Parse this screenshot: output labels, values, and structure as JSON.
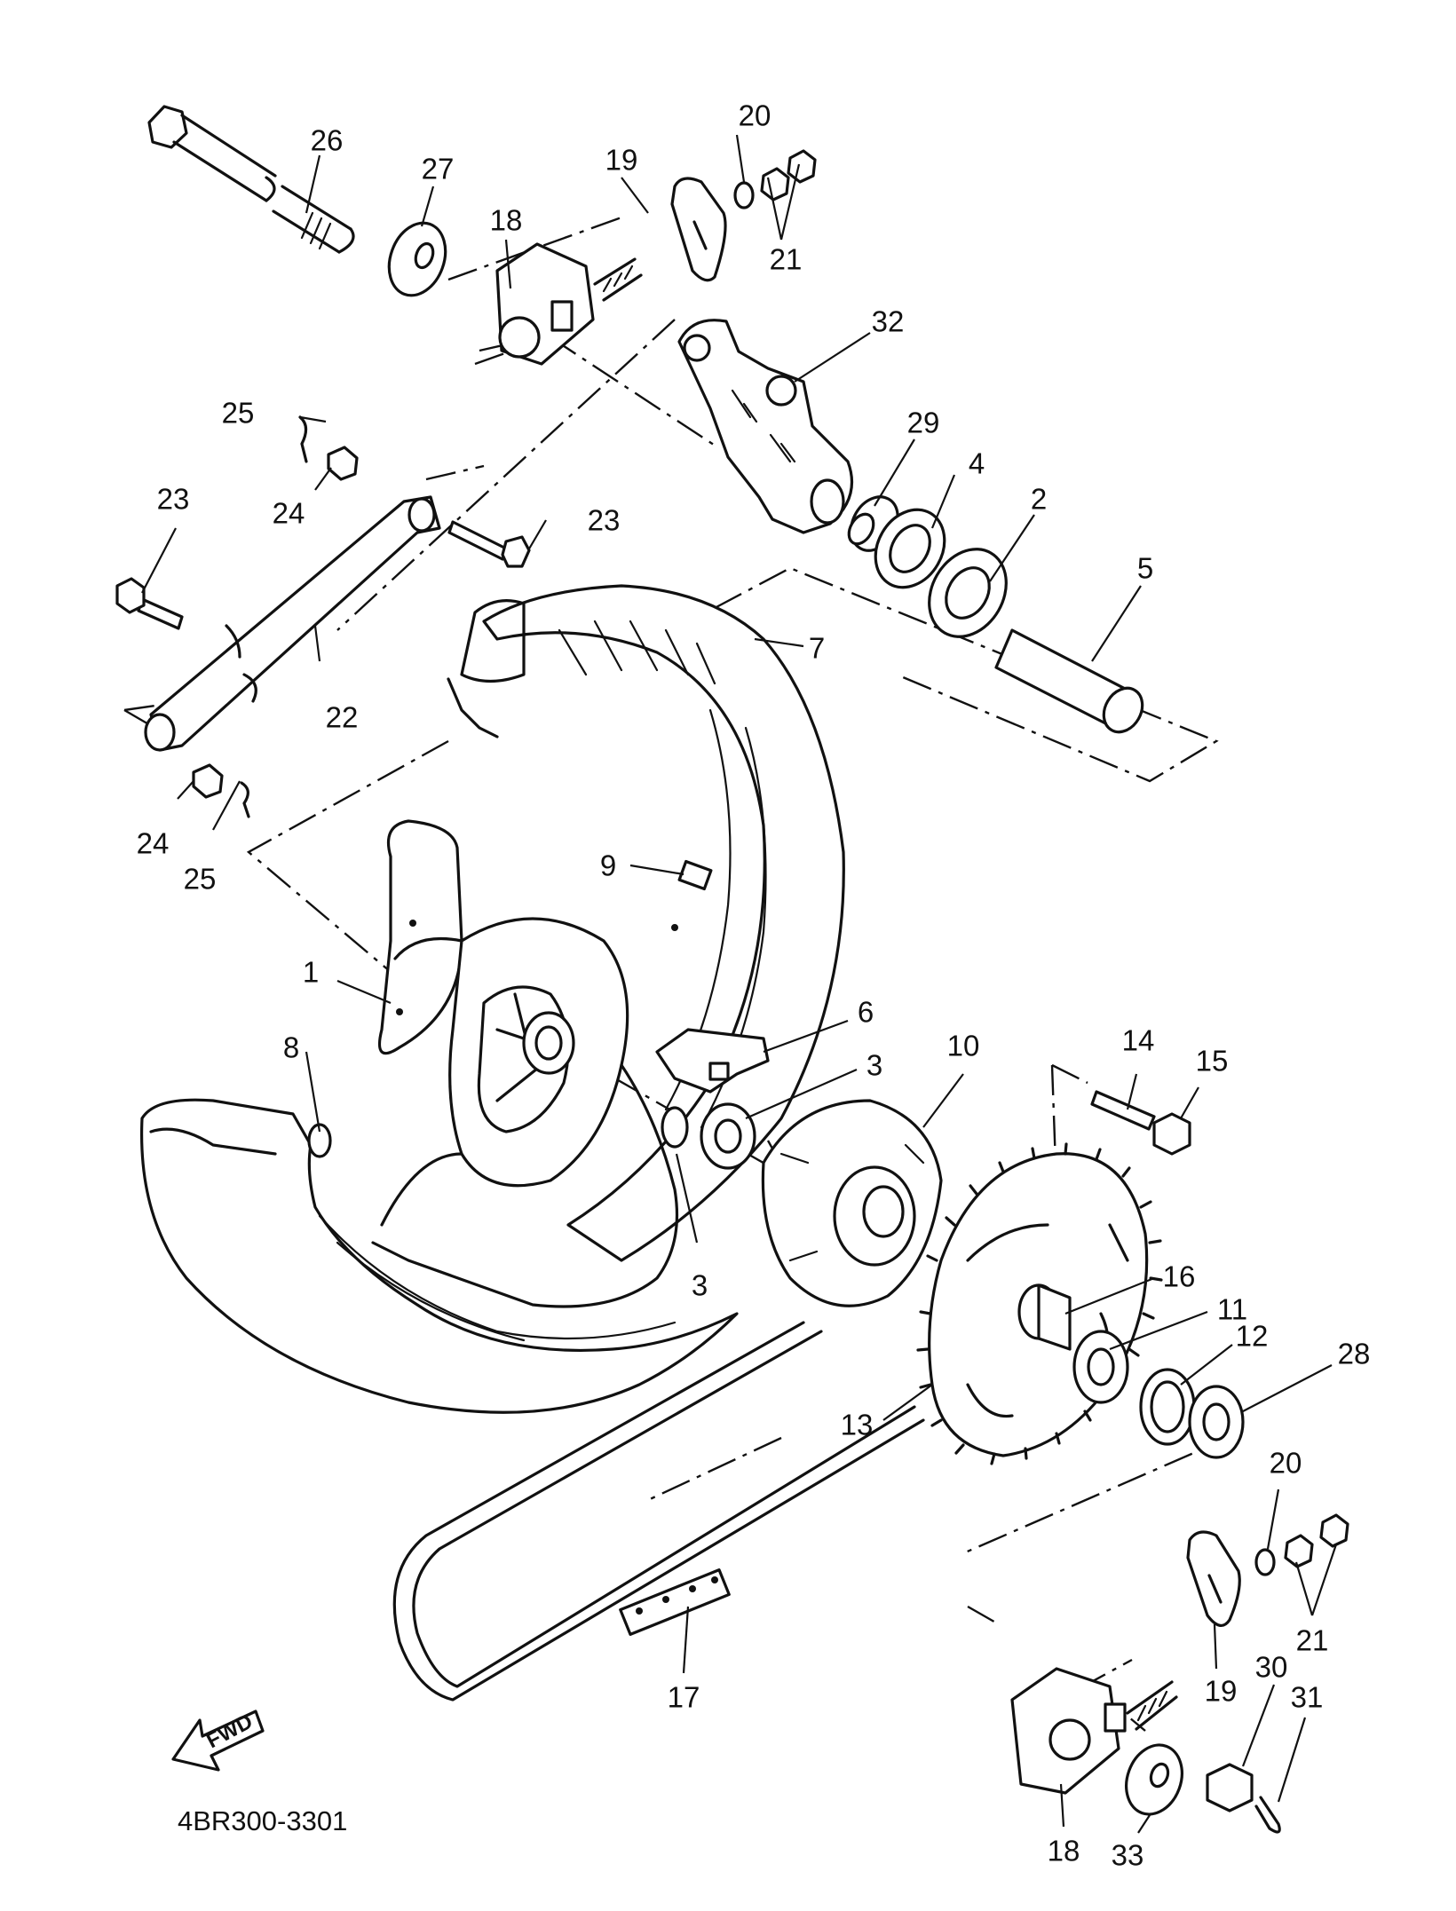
{
  "diagram_code": "4BR300-3301",
  "fwd_label": "FWD",
  "callouts": [
    {
      "id": "1",
      "label": "1"
    },
    {
      "id": "2",
      "label": "2"
    },
    {
      "id": "3a",
      "label": "3"
    },
    {
      "id": "3b",
      "label": "3"
    },
    {
      "id": "4",
      "label": "4"
    },
    {
      "id": "5",
      "label": "5"
    },
    {
      "id": "6",
      "label": "6"
    },
    {
      "id": "7",
      "label": "7"
    },
    {
      "id": "8",
      "label": "8"
    },
    {
      "id": "9",
      "label": "9"
    },
    {
      "id": "10",
      "label": "10"
    },
    {
      "id": "11",
      "label": "11"
    },
    {
      "id": "12",
      "label": "12"
    },
    {
      "id": "13",
      "label": "13"
    },
    {
      "id": "14",
      "label": "14"
    },
    {
      "id": "15",
      "label": "15"
    },
    {
      "id": "16",
      "label": "16"
    },
    {
      "id": "17",
      "label": "17"
    },
    {
      "id": "18a",
      "label": "18"
    },
    {
      "id": "18b",
      "label": "18"
    },
    {
      "id": "19a",
      "label": "19"
    },
    {
      "id": "19b",
      "label": "19"
    },
    {
      "id": "20a",
      "label": "20"
    },
    {
      "id": "20b",
      "label": "20"
    },
    {
      "id": "21a",
      "label": "21"
    },
    {
      "id": "21b",
      "label": "21"
    },
    {
      "id": "22",
      "label": "22"
    },
    {
      "id": "23a",
      "label": "23"
    },
    {
      "id": "23b",
      "label": "23"
    },
    {
      "id": "24a",
      "label": "24"
    },
    {
      "id": "24b",
      "label": "24"
    },
    {
      "id": "25a",
      "label": "25"
    },
    {
      "id": "25b",
      "label": "25"
    },
    {
      "id": "26",
      "label": "26"
    },
    {
      "id": "27",
      "label": "27"
    },
    {
      "id": "28",
      "label": "28"
    },
    {
      "id": "29",
      "label": "29"
    },
    {
      "id": "30",
      "label": "30"
    },
    {
      "id": "31",
      "label": "31"
    },
    {
      "id": "32",
      "label": "32"
    },
    {
      "id": "33",
      "label": "33"
    }
  ]
}
